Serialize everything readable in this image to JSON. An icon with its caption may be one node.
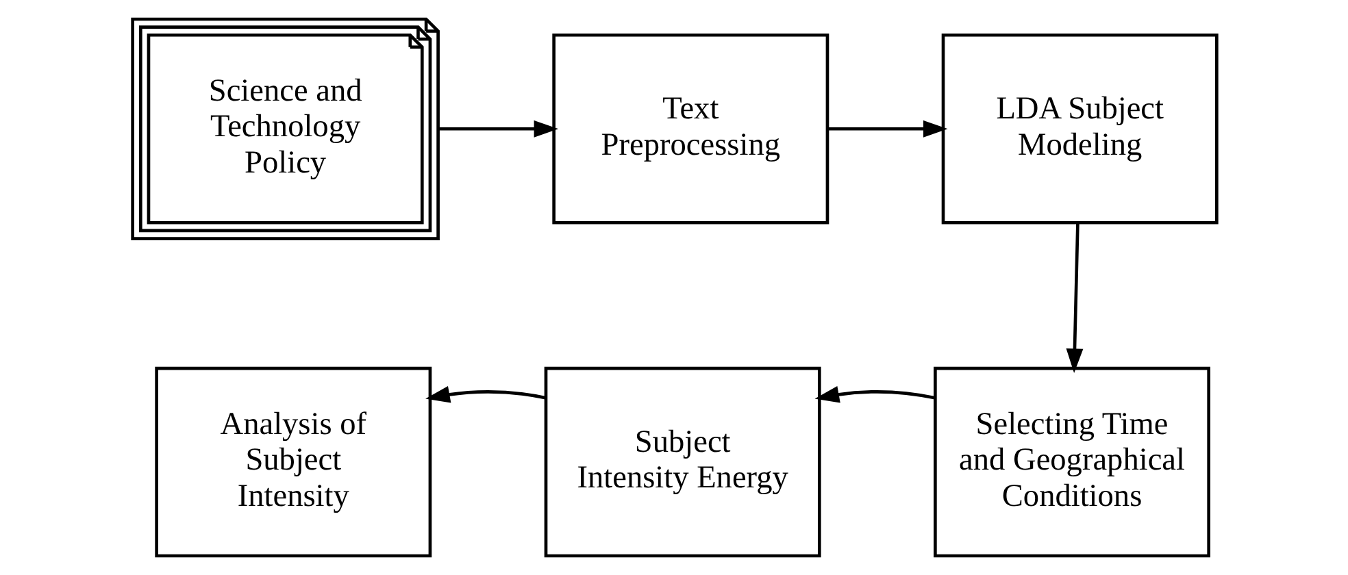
{
  "diagram": {
    "nodes": [
      {
        "text": [
          "Science and Technology Policy"
        ]
      },
      {
        "text": [
          "Text Preprocessing"
        ]
      },
      {
        "text": [
          "LDA Subject Modeling"
        ]
      },
      {
        "text": [
          "Selecting Time and Geographical Conditions"
        ]
      },
      {
        "text": [
          "Subject Intensity Energy"
        ]
      },
      {
        "text": [
          "Analysis of Subject Intensity"
        ]
      }
    ],
    "edges": [
      {
        "from": 0,
        "to": 1,
        "arrow": "to"
      },
      {
        "from": 1,
        "to": 2,
        "arrow": "to"
      },
      {
        "from": 2,
        "to": 3,
        "arrow": "to"
      },
      {
        "from": 3,
        "to": 4,
        "arrow": "to"
      },
      {
        "from": 4,
        "to": 5,
        "arrow": "to"
      }
    ]
  }
}
